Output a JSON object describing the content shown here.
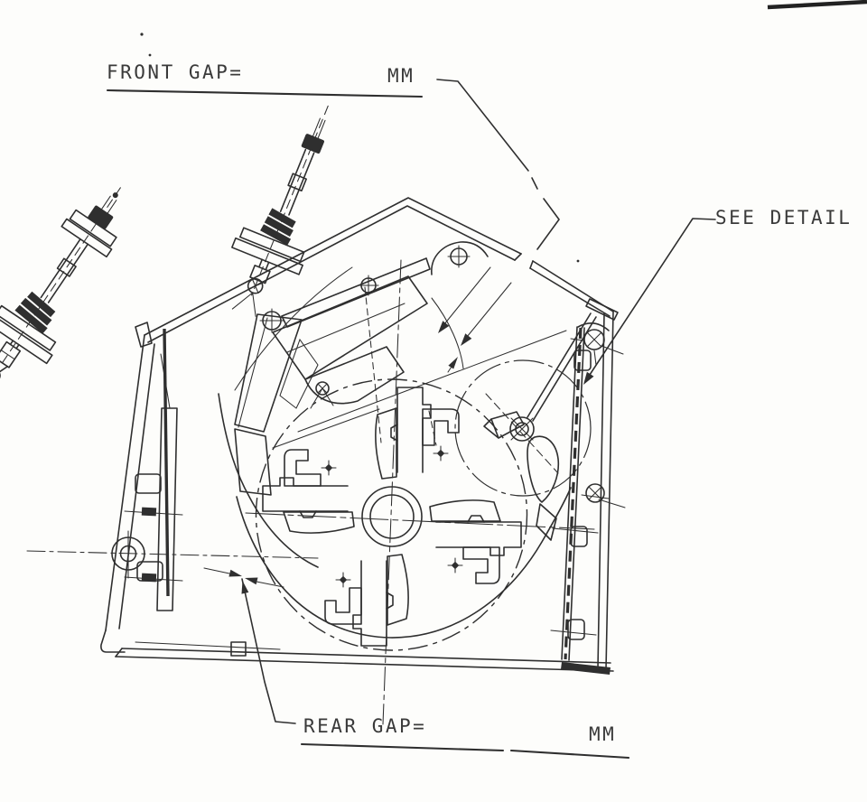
{
  "labels": {
    "front_gap": {
      "text": "FRONT GAP=",
      "unit": "MM"
    },
    "rear_gap": {
      "text": "REAR GAP=",
      "unit": "MM"
    },
    "see_detail": {
      "text": "SEE DETAIL"
    }
  },
  "colors": {
    "ink": "#2f2f2f",
    "paper": "#fdfdfb",
    "label_text": "#3a3a3a"
  }
}
